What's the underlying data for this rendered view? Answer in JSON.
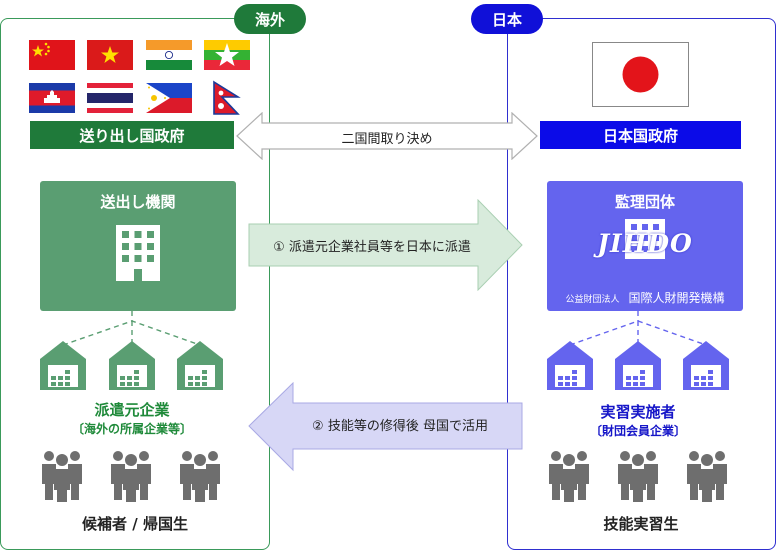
{
  "regions": {
    "overseas": "海外",
    "japan": "日本"
  },
  "governments": {
    "sending": "送り出し国政府",
    "japan": "日本国政府",
    "agreement": "二国間取り決め"
  },
  "organizations": {
    "sending_agency": "送出し機関",
    "supervising": "監理団体",
    "jihdo_logo": "JIHDO",
    "jihdo_prefix": "公益財団法人",
    "jihdo_name": "国際人財開発機構"
  },
  "flows": {
    "dispatch": "① 派遣元企業社員等を日本に派遣",
    "return": "② 技能等の修得後 母国で活用"
  },
  "companies": {
    "left_title": "派遣元企業",
    "left_sub": "〔海外の所属企業等〕",
    "right_title": "実習実施者",
    "right_sub": "〔財団会員企業〕"
  },
  "people": {
    "left": "候補者 / 帰国生",
    "right": "技能実習生"
  },
  "flags": [
    "china-flag",
    "vietnam-flag",
    "india-flag",
    "myanmar-flag",
    "cambodia-flag",
    "thailand-flag",
    "philippines-flag",
    "nepal-flag"
  ],
  "colors": {
    "overseas_green": "#1f7a3a",
    "japan_blue": "#1010d8",
    "factory_green": "#5a9e72",
    "factory_blue": "#6464ee",
    "people_gray": "#6e6e6e"
  }
}
